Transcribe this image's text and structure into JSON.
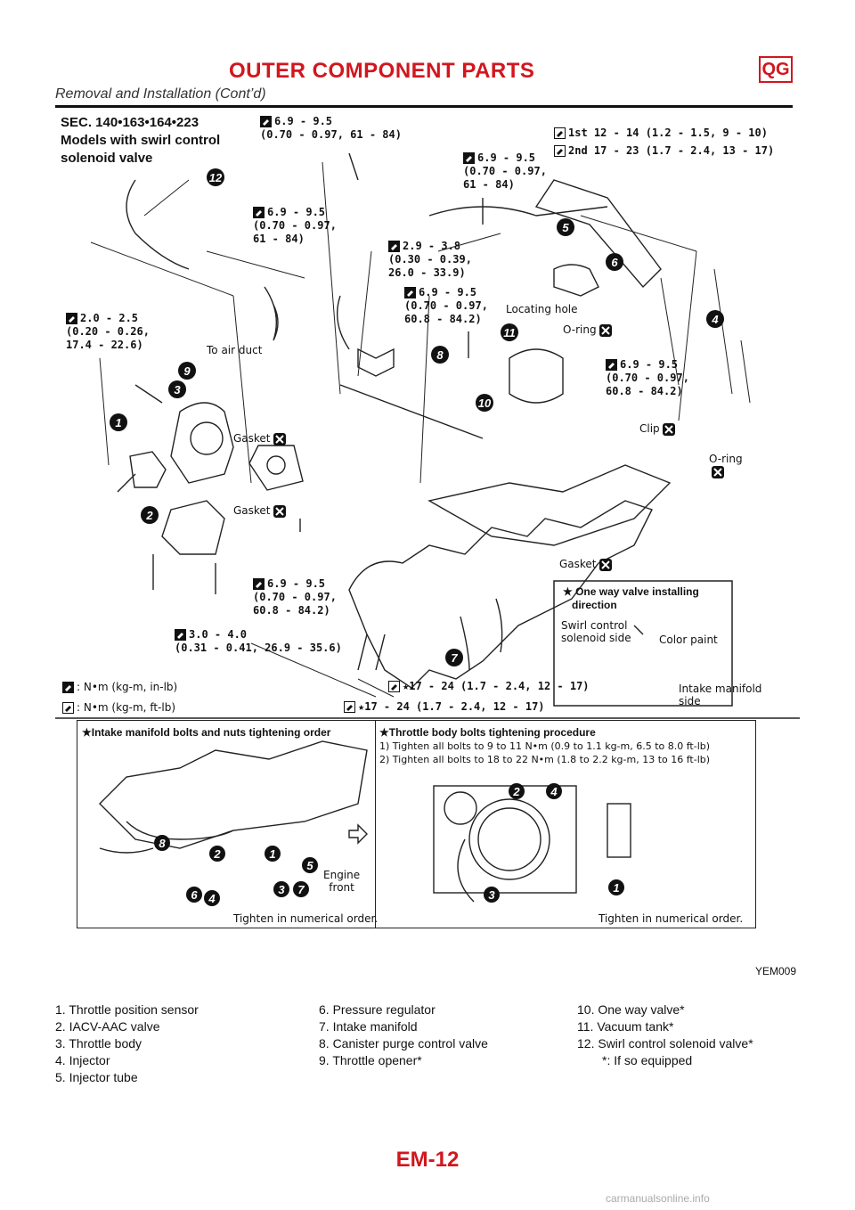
{
  "header": {
    "title": "OUTER COMPONENT PARTS",
    "badge": "QG",
    "subtitle": "Removal and Installation (Cont’d)"
  },
  "section": {
    "line1": "SEC. 140•163•164•223",
    "line2": "Models with swirl control",
    "line3": "solenoid valve"
  },
  "torque_labels": {
    "t_top": "6.9 - 9.5\n(0.70 - 0.97, 61 - 84)",
    "t_1st": "1st 12 - 14 (1.2 - 1.5, 9 - 10)",
    "t_2nd": "2nd 17 - 23 (1.7 - 2.4, 13 - 17)",
    "t_mid": "6.9 - 9.5\n(0.70 - 0.97,\n61 - 84)",
    "t_left": "6.9 - 9.5\n(0.70 - 0.97,\n61 - 84)",
    "t_29": "2.9 - 3.8\n(0.30 - 0.39,\n26.0 - 33.9)",
    "t_608a": "6.9 - 9.5\n(0.70 - 0.97,\n60.8 - 84.2)",
    "t_20": "2.0 - 2.5\n(0.20 - 0.26,\n17.4 - 22.6)",
    "t_608b": "6.9 - 9.5\n(0.70 - 0.97,\n60.8 - 84.2)",
    "t_608c": "6.9 - 9.5\n(0.70 - 0.97,\n60.8 - 84.2)",
    "t_30": "3.0 - 4.0\n(0.31 - 0.41, 26.9 - 35.6)",
    "t_17a": "17 - 24 (1.7 - 2.4, 12 - 17)",
    "t_17b": "17 - 24 (1.7 - 2.4, 12 - 17)"
  },
  "part_labels": {
    "locating_hole": "Locating hole",
    "oring1": "O-ring",
    "to_air_duct": "To air duct",
    "gasket1": "Gasket",
    "gasket2": "Gasket",
    "gasket3": "Gasket",
    "clip": "Clip",
    "oring2": "O-ring"
  },
  "units": {
    "nm_in": ": N•m (kg-m, in-lb)",
    "nm_ft": ": N•m (kg-m, ft-lb)"
  },
  "one_way": {
    "title1": "One way valve installing",
    "title2": "direction",
    "swirl1": "Swirl control",
    "swirl2": "solenoid side",
    "color_paint": "Color paint",
    "intake1": "Intake manifold",
    "intake2": "side"
  },
  "manifold_box": {
    "title": "Intake manifold bolts and nuts tightening order",
    "engine": "Engine",
    "front": "front",
    "footer": "Tighten in numerical order."
  },
  "throttle_box": {
    "title": "Throttle body bolts tightening procedure",
    "step1": "1) Tighten all bolts to 9 to 11 N•m (0.9 to 1.1 kg-m, 6.5 to 8.0 ft-lb)",
    "step2": "2) Tighten all bolts to 18 to 22 N•m (1.8 to 2.2 kg-m, 13 to 16 ft-lb)",
    "footer": "Tighten in numerical order."
  },
  "figure_code": "YEM009",
  "legend": {
    "col1": [
      "1. Throttle position sensor",
      "2. IACV-AAC valve",
      "3. Throttle body",
      "4. Injector",
      "5. Injector tube"
    ],
    "col2": [
      "6. Pressure regulator",
      "7. Intake manifold",
      "8. Canister purge control valve",
      "9. Throttle opener*"
    ],
    "col3": [
      "10. One way valve*",
      "11. Vacuum tank*",
      "12. Swirl control solenoid valve*",
      "*: If so equipped"
    ]
  },
  "callouts": [
    "1",
    "2",
    "3",
    "4",
    "5",
    "6",
    "7",
    "8",
    "9",
    "10",
    "11",
    "12"
  ],
  "page_number": "EM-12",
  "watermark": "carmanualsonline.info"
}
